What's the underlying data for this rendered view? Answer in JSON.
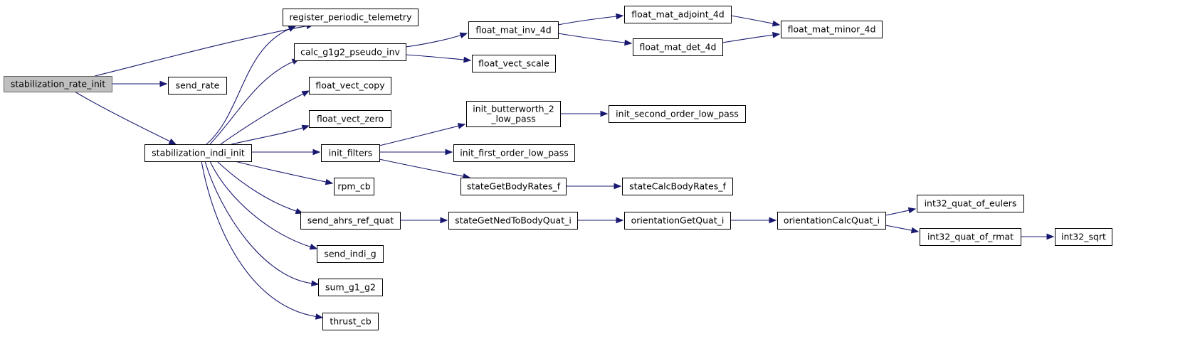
{
  "diagram": {
    "type": "call-graph",
    "colors": {
      "edge": "#191970",
      "root_fill": "#bfbfbf",
      "node_fill": "#ffffff",
      "node_border": "#000000"
    },
    "nodes": [
      {
        "id": "stabilization_rate_init",
        "lines": [
          "stabilization_rate_init"
        ],
        "root": true
      },
      {
        "id": "register_periodic_telemetry",
        "lines": [
          "register_periodic_telemetry"
        ]
      },
      {
        "id": "send_rate",
        "lines": [
          "send_rate"
        ]
      },
      {
        "id": "stabilization_indi_init",
        "lines": [
          "stabilization_indi_init"
        ]
      },
      {
        "id": "calc_g1g2_pseudo_inv",
        "lines": [
          "calc_g1g2_pseudo_inv"
        ]
      },
      {
        "id": "float_vect_copy",
        "lines": [
          "float_vect_copy"
        ]
      },
      {
        "id": "float_vect_zero",
        "lines": [
          "float_vect_zero"
        ]
      },
      {
        "id": "init_filters",
        "lines": [
          "init_filters"
        ]
      },
      {
        "id": "rpm_cb",
        "lines": [
          "rpm_cb"
        ]
      },
      {
        "id": "send_ahrs_ref_quat",
        "lines": [
          "send_ahrs_ref_quat"
        ]
      },
      {
        "id": "send_indi_g",
        "lines": [
          "send_indi_g"
        ]
      },
      {
        "id": "sum_g1_g2",
        "lines": [
          "sum_g1_g2"
        ]
      },
      {
        "id": "thrust_cb",
        "lines": [
          "thrust_cb"
        ]
      },
      {
        "id": "float_mat_inv_4d",
        "lines": [
          "float_mat_inv_4d"
        ]
      },
      {
        "id": "float_vect_scale",
        "lines": [
          "float_vect_scale"
        ]
      },
      {
        "id": "init_butterworth_2_low_pass",
        "lines": [
          "init_butterworth_2",
          "_low_pass"
        ]
      },
      {
        "id": "init_first_order_low_pass",
        "lines": [
          "init_first_order_low_pass"
        ]
      },
      {
        "id": "stateGetBodyRates_f",
        "lines": [
          "stateGetBodyRates_f"
        ]
      },
      {
        "id": "stateGetNedToBodyQuat_i",
        "lines": [
          "stateGetNedToBodyQuat_i"
        ]
      },
      {
        "id": "float_mat_adjoint_4d",
        "lines": [
          "float_mat_adjoint_4d"
        ]
      },
      {
        "id": "float_mat_det_4d",
        "lines": [
          "float_mat_det_4d"
        ]
      },
      {
        "id": "float_mat_minor_4d",
        "lines": [
          "float_mat_minor_4d"
        ]
      },
      {
        "id": "init_second_order_low_pass",
        "lines": [
          "init_second_order_low_pass"
        ]
      },
      {
        "id": "stateCalcBodyRates_f",
        "lines": [
          "stateCalcBodyRates_f"
        ]
      },
      {
        "id": "orientationGetQuat_i",
        "lines": [
          "orientationGetQuat_i"
        ]
      },
      {
        "id": "orientationCalcQuat_i",
        "lines": [
          "orientationCalcQuat_i"
        ]
      },
      {
        "id": "int32_quat_of_eulers",
        "lines": [
          "int32_quat_of_eulers"
        ]
      },
      {
        "id": "int32_quat_of_rmat",
        "lines": [
          "int32_quat_of_rmat"
        ]
      },
      {
        "id": "int32_sqrt",
        "lines": [
          "int32_sqrt"
        ]
      }
    ],
    "edges": [
      {
        "from": "stabilization_rate_init",
        "to": "register_periodic_telemetry"
      },
      {
        "from": "stabilization_rate_init",
        "to": "send_rate"
      },
      {
        "from": "stabilization_rate_init",
        "to": "stabilization_indi_init"
      },
      {
        "from": "stabilization_indi_init",
        "to": "register_periodic_telemetry"
      },
      {
        "from": "stabilization_indi_init",
        "to": "calc_g1g2_pseudo_inv"
      },
      {
        "from": "stabilization_indi_init",
        "to": "float_vect_copy"
      },
      {
        "from": "stabilization_indi_init",
        "to": "float_vect_zero"
      },
      {
        "from": "stabilization_indi_init",
        "to": "init_filters"
      },
      {
        "from": "stabilization_indi_init",
        "to": "rpm_cb"
      },
      {
        "from": "stabilization_indi_init",
        "to": "send_ahrs_ref_quat"
      },
      {
        "from": "stabilization_indi_init",
        "to": "send_indi_g"
      },
      {
        "from": "stabilization_indi_init",
        "to": "sum_g1_g2"
      },
      {
        "from": "stabilization_indi_init",
        "to": "thrust_cb"
      },
      {
        "from": "calc_g1g2_pseudo_inv",
        "to": "float_mat_inv_4d"
      },
      {
        "from": "calc_g1g2_pseudo_inv",
        "to": "float_vect_scale"
      },
      {
        "from": "float_mat_inv_4d",
        "to": "float_mat_adjoint_4d"
      },
      {
        "from": "float_mat_inv_4d",
        "to": "float_mat_det_4d"
      },
      {
        "from": "float_mat_adjoint_4d",
        "to": "float_mat_minor_4d"
      },
      {
        "from": "float_mat_det_4d",
        "to": "float_mat_minor_4d"
      },
      {
        "from": "init_filters",
        "to": "init_butterworth_2_low_pass"
      },
      {
        "from": "init_filters",
        "to": "init_first_order_low_pass"
      },
      {
        "from": "init_filters",
        "to": "stateGetBodyRates_f"
      },
      {
        "from": "init_butterworth_2_low_pass",
        "to": "init_second_order_low_pass"
      },
      {
        "from": "stateGetBodyRates_f",
        "to": "stateCalcBodyRates_f"
      },
      {
        "from": "send_ahrs_ref_quat",
        "to": "stateGetNedToBodyQuat_i"
      },
      {
        "from": "stateGetNedToBodyQuat_i",
        "to": "orientationGetQuat_i"
      },
      {
        "from": "orientationGetQuat_i",
        "to": "orientationCalcQuat_i"
      },
      {
        "from": "orientationCalcQuat_i",
        "to": "int32_quat_of_eulers"
      },
      {
        "from": "orientationCalcQuat_i",
        "to": "int32_quat_of_rmat"
      },
      {
        "from": "int32_quat_of_rmat",
        "to": "int32_sqrt"
      }
    ]
  }
}
